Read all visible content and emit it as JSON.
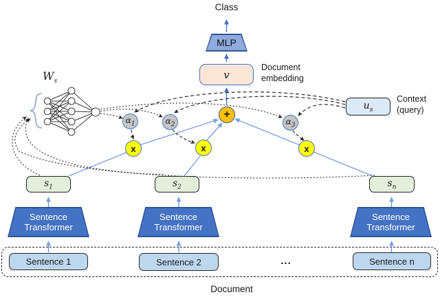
{
  "colors": {
    "accent_blue": "#4472C4",
    "dark_blue_border": "#2F5597",
    "light_arrow_blue": "#7DA0DD",
    "mlp_fill": "#8FAADC",
    "v_fill": "#FBE5D6",
    "us_fill": "#DCE9F7",
    "s_fill": "#E2EFDA",
    "sentence_fill": "#BDD7EE",
    "alpha_fill": "#C6C6C6",
    "multiply_fill": "#FFFF00",
    "sum_fill": "#FFC000",
    "wire_dark": "#2a2a2a"
  },
  "top": {
    "class_label": "Class",
    "mlp_label": "MLP",
    "v_label": "v",
    "doc_embedding_line1": "Document",
    "doc_embedding_line2": "embedding"
  },
  "attention": {
    "ws_base": "W",
    "ws_sub": "s",
    "us_base": "u",
    "us_sub": "s",
    "context_line1": "Context",
    "context_line2": "(query)",
    "alpha1_base": "α",
    "alpha1_sub": "1",
    "alpha2_base": "α",
    "alpha2_sub": "2",
    "alpha3_base": "α",
    "alpha3_sub": "3",
    "multiply_op": "x",
    "sum_op": "+"
  },
  "columns": [
    {
      "s_base": "s",
      "s_sub": "1",
      "transformer_line1": "Sentence",
      "transformer_line2": "Transformer",
      "sentence": "Sentence 1"
    },
    {
      "s_base": "s",
      "s_sub": "2",
      "transformer_line1": "Sentence",
      "transformer_line2": "Transformer",
      "sentence": "Sentence 2"
    },
    {
      "s_base": "s",
      "s_sub": "n",
      "transformer_line1": "Sentence",
      "transformer_line2": "Transformer",
      "sentence": "Sentence n"
    }
  ],
  "ellipsis": "...",
  "document_label": "Document"
}
